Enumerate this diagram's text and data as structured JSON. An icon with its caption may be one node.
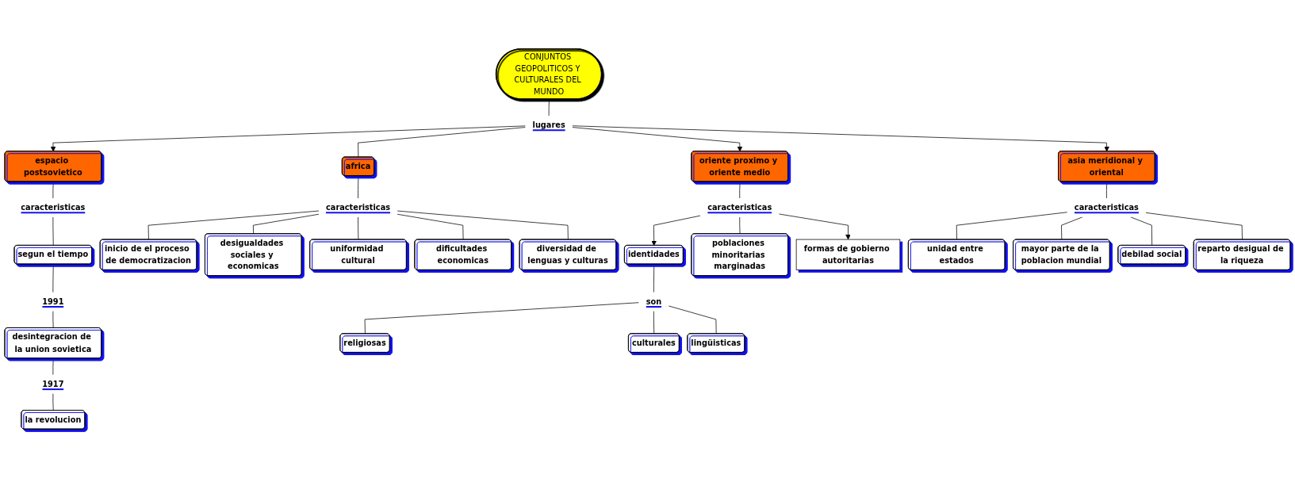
{
  "diagram": {
    "nodes": [
      {
        "text": [
          "CONJUNTOS GEOPOLITICOS Y CULTURALES DEL MUNDO"
        ]
      },
      {
        "text": [
          "lugares"
        ]
      },
      {
        "text": [
          "espacio postsovietico"
        ]
      },
      {
        "text": [
          "africa"
        ]
      },
      {
        "text": [
          "oriente proximo y oriente medio"
        ]
      },
      {
        "text": [
          "asia meridional y oriental"
        ]
      },
      {
        "text": [
          "caracteristicas"
        ]
      },
      {
        "text": [
          "segun el tiempo"
        ]
      },
      {
        "text": [
          "1991"
        ]
      },
      {
        "text": [
          "desintegracion de la union sovietica"
        ]
      },
      {
        "text": [
          "1917"
        ]
      },
      {
        "text": [
          "la revolucion"
        ]
      },
      {
        "text": [
          "caracteristicas"
        ]
      },
      {
        "text": [
          "inicio de el proceso de democratizacion"
        ]
      },
      {
        "text": [
          "desigualdades sociales y economicas"
        ]
      },
      {
        "text": [
          "uniformidad cultural"
        ]
      },
      {
        "text": [
          "dificultades economicas"
        ]
      },
      {
        "text": [
          "diversidad de lenguas y culturas"
        ]
      },
      {
        "text": [
          "caracteristicas"
        ]
      },
      {
        "text": [
          "identidades"
        ]
      },
      {
        "text": [
          "poblaciones minoritarias marginadas"
        ]
      },
      {
        "text": [
          "formas de gobierno autoritarias"
        ]
      },
      {
        "text": [
          "son"
        ]
      },
      {
        "text": [
          "religiosas"
        ]
      },
      {
        "text": [
          "culturales"
        ]
      },
      {
        "text": [
          "lingüisticas"
        ]
      },
      {
        "text": [
          "caracteristicas"
        ]
      },
      {
        "text": [
          "unidad entre estados"
        ]
      },
      {
        "text": [
          "mayor parte de la poblacion mundial"
        ]
      },
      {
        "text": [
          "debilad social"
        ]
      },
      {
        "text": [
          "reparto desigual de la riqueza"
        ]
      }
    ],
    "edges": [
      {
        "from": 0,
        "to": 1,
        "arrow": "none"
      },
      {
        "from": 1,
        "to": 2,
        "arrow": "to"
      },
      {
        "from": 1,
        "to": 3,
        "arrow": "none"
      },
      {
        "from": 1,
        "to": 4,
        "arrow": "to"
      },
      {
        "from": 1,
        "to": 5,
        "arrow": "to"
      },
      {
        "from": 2,
        "to": 6,
        "arrow": "none"
      },
      {
        "from": 6,
        "to": 7,
        "arrow": "none"
      },
      {
        "from": 7,
        "to": 8,
        "arrow": "none"
      },
      {
        "from": 8,
        "to": 9,
        "arrow": "none"
      },
      {
        "from": 9,
        "to": 10,
        "arrow": "none"
      },
      {
        "from": 10,
        "to": 11,
        "arrow": "none"
      },
      {
        "from": 3,
        "to": 12,
        "arrow": "none"
      },
      {
        "from": 12,
        "to": 13,
        "arrow": "none"
      },
      {
        "from": 12,
        "to": 14,
        "arrow": "none"
      },
      {
        "from": 12,
        "to": 15,
        "arrow": "none"
      },
      {
        "from": 12,
        "to": 16,
        "arrow": "none"
      },
      {
        "from": 12,
        "to": 17,
        "arrow": "none"
      },
      {
        "from": 4,
        "to": 18,
        "arrow": "none"
      },
      {
        "from": 18,
        "to": 19,
        "arrow": "to"
      },
      {
        "from": 18,
        "to": 20,
        "arrow": "none"
      },
      {
        "from": 18,
        "to": 21,
        "arrow": "to"
      },
      {
        "from": 19,
        "to": 22,
        "arrow": "none"
      },
      {
        "from": 22,
        "to": 23,
        "arrow": "none"
      },
      {
        "from": 22,
        "to": 24,
        "arrow": "none"
      },
      {
        "from": 22,
        "to": 25,
        "arrow": "none"
      },
      {
        "from": 5,
        "to": 26,
        "arrow": "none"
      },
      {
        "from": 26,
        "to": 27,
        "arrow": "none"
      },
      {
        "from": 26,
        "to": 28,
        "arrow": "none"
      },
      {
        "from": 26,
        "to": 29,
        "arrow": "none"
      },
      {
        "from": 26,
        "to": 30,
        "arrow": "none"
      }
    ]
  }
}
